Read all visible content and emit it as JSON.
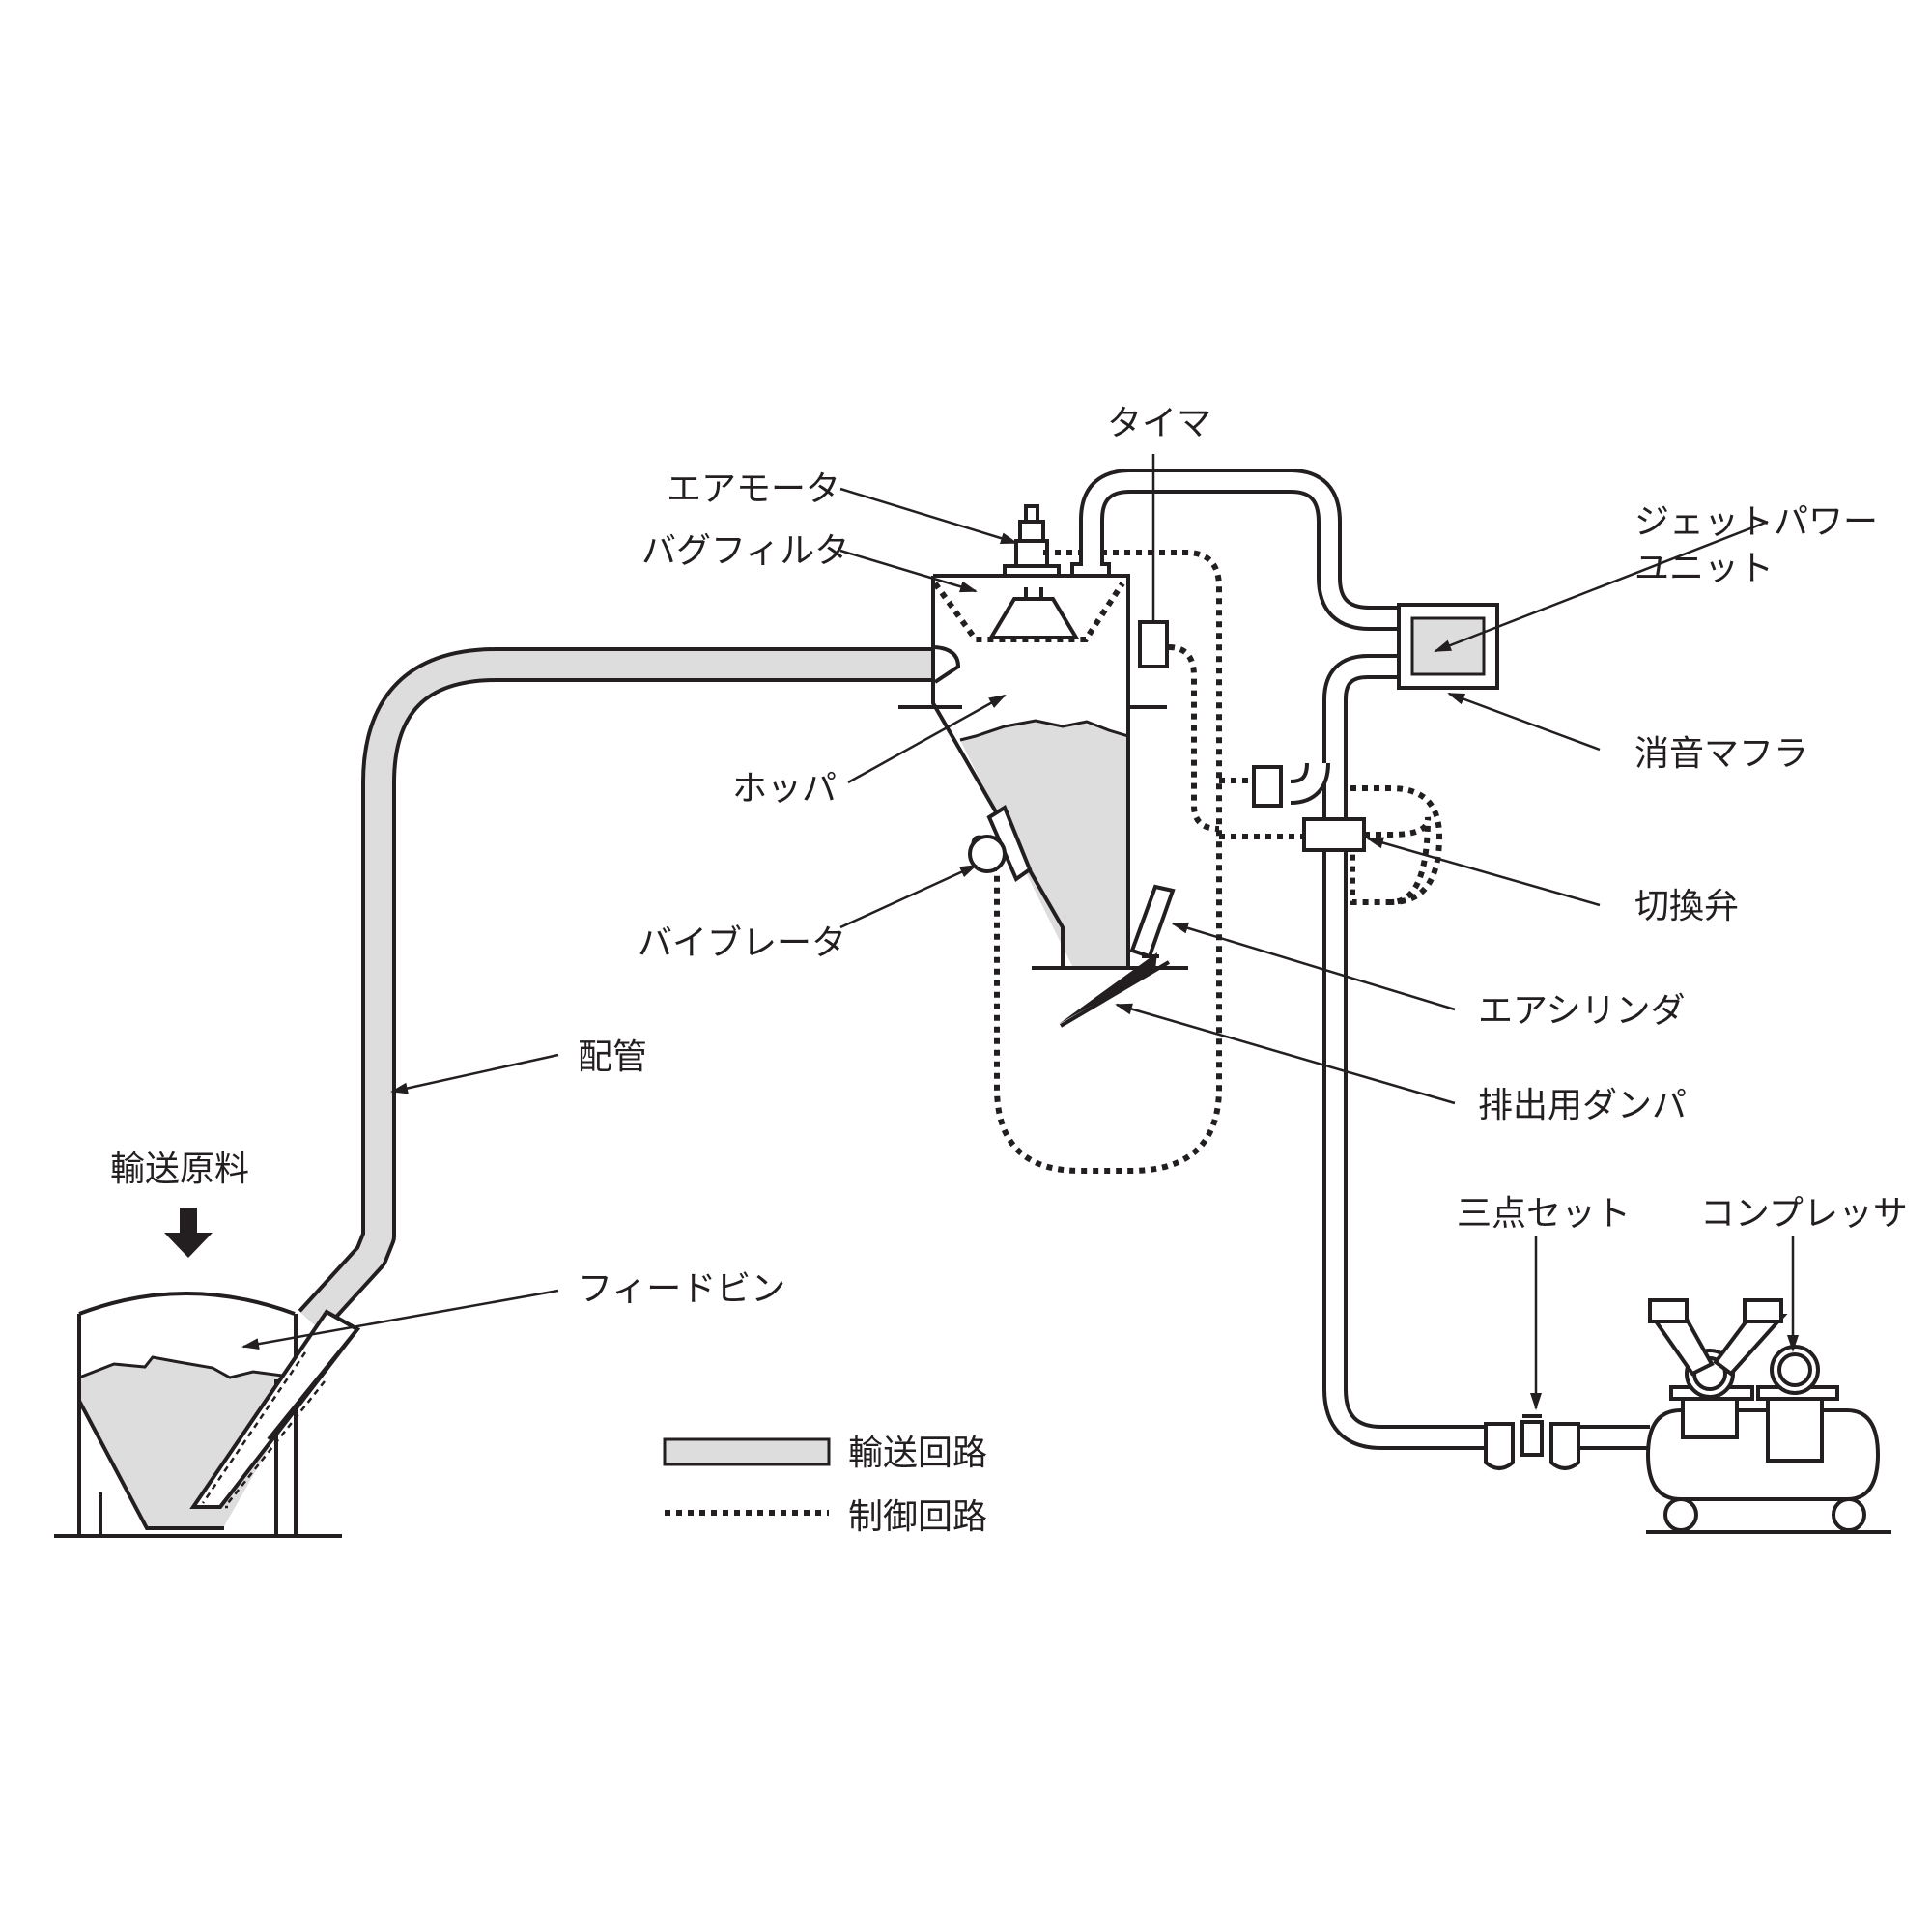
{
  "labels": {
    "air_motor": "エアモータ",
    "bag_filter": "バグフィルタ",
    "timer": "タイマ",
    "jet_power_unit_line1": "ジェットパワー",
    "jet_power_unit_line2": "ユニット",
    "muffler": "消音マフラ",
    "hopper": "ホッパ",
    "switch_valve": "切換弁",
    "vibrator": "バイブレータ",
    "air_cylinder": "エアシリンダ",
    "discharge_damper": "排出用ダンパ",
    "piping": "配管",
    "conveyed_material": "輸送原料",
    "feed_bin": "フィードビン",
    "three_point_set": "三点セット",
    "compressor": "コンプレッサ"
  },
  "legend": {
    "transport_circuit": "輸送回路",
    "control_circuit": "制御回路"
  }
}
